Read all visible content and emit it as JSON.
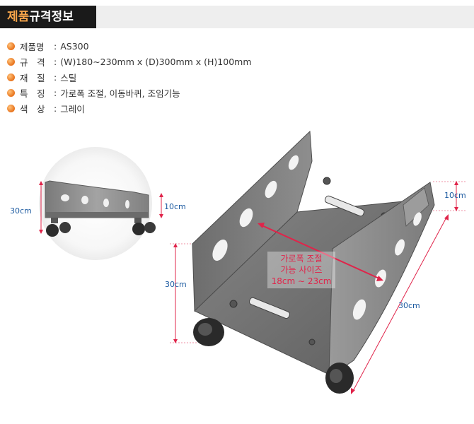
{
  "header": {
    "title_accent": "제품",
    "title_rest": "규격정보"
  },
  "specs": [
    {
      "label": "제품명",
      "value": "AS300"
    },
    {
      "label": "규　격",
      "value": "(W)180∼230mm x (D)300mm x (H)100mm"
    },
    {
      "label": "재　질",
      "value": "스틸"
    },
    {
      "label": "특　징",
      "value": "가로폭 조절, 이동바퀴, 조임기능"
    },
    {
      "label": "색　상",
      "value": "그레이"
    }
  ],
  "dimensions": {
    "side_depth": "30cm",
    "side_height": "10cm",
    "main_height_right": "10cm",
    "main_depth_left": "30cm",
    "main_depth_right": "30cm"
  },
  "callout": {
    "line1": "가로폭 조절",
    "line2": "가능 사이즈",
    "line3": "18cm ∼ 23cm"
  },
  "colors": {
    "header_bg": "#1a1a1a",
    "header_accent": "#f6a44a",
    "dimension_label": "#1c5aa0",
    "dimension_line": "#e0244a",
    "product_gray": "#8a8a8a"
  }
}
